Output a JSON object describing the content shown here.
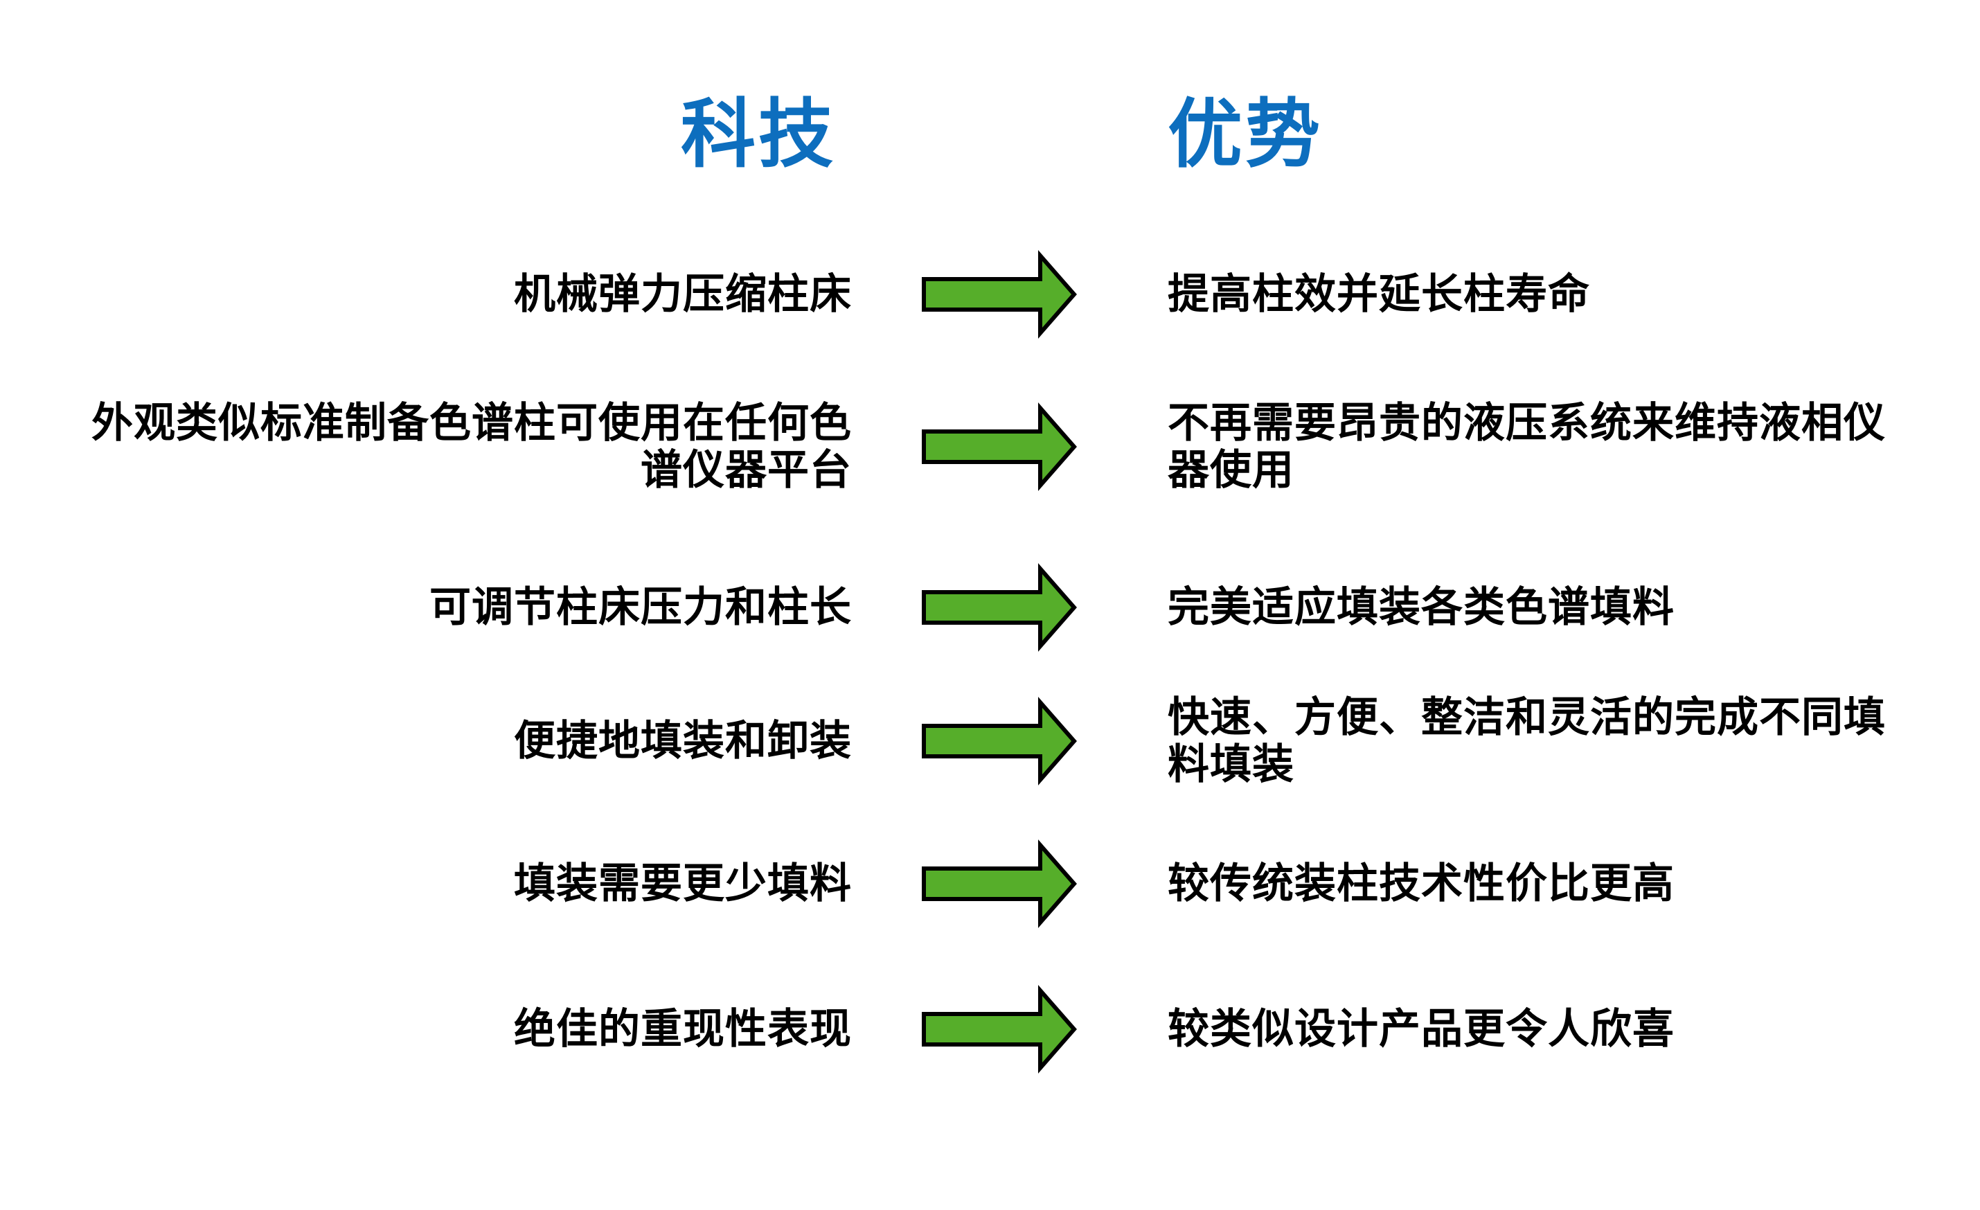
{
  "colors": {
    "heading_blue": "#0d6ebe",
    "arrow_fill": "#56ae2a",
    "arrow_stroke": "#000000",
    "text": "#000000",
    "background": "#ffffff"
  },
  "icons": {
    "arrow": "block-arrow-right"
  },
  "headers": {
    "tech": "科技",
    "advantages": "优势"
  },
  "rows": [
    {
      "tech": "机械弹力压缩柱床",
      "advantage": "提高柱效并延长柱寿命"
    },
    {
      "tech": "外观类似标准制备色谱柱可使用在任何色谱仪器平台",
      "advantage": "不再需要昂贵的液压系统来维持液相仪器使用"
    },
    {
      "tech": "可调节柱床压力和柱长",
      "advantage": "完美适应填装各类色谱填料"
    },
    {
      "tech": "便捷地填装和卸装",
      "advantage": "快速、方便、整洁和灵活的完成不同填料填装"
    },
    {
      "tech": "填装需要更少填料",
      "advantage": "较传统装柱技术性价比更高"
    },
    {
      "tech": "绝佳的重现性表现",
      "advantage": "较类似设计产品更令人欣喜"
    }
  ]
}
